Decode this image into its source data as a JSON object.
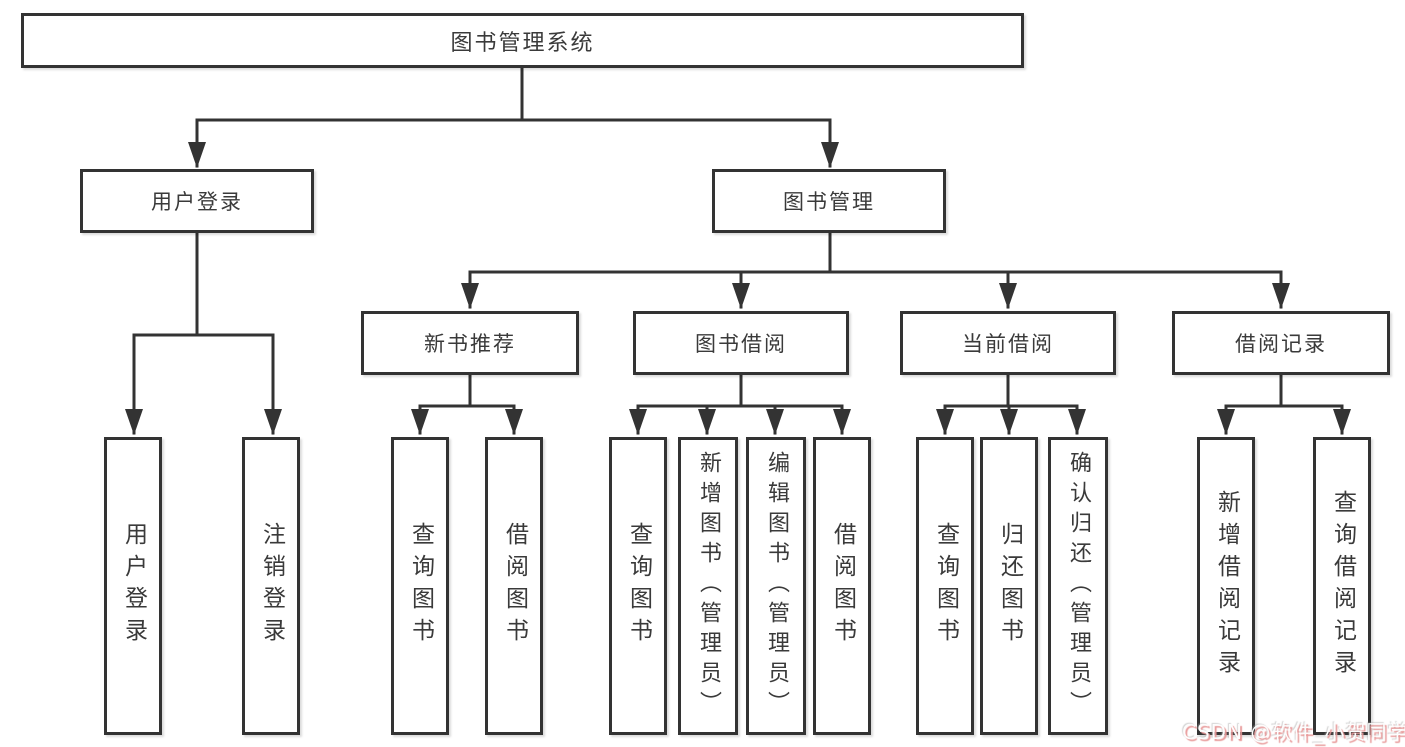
{
  "diagram": {
    "title": "图书管理系统",
    "user_login": {
      "label": "用户登录",
      "children": {
        "login": "用户登录",
        "logout": "注销登录"
      }
    },
    "book_management": {
      "label": "图书管理",
      "new_book_recommend": {
        "label": "新书推荐",
        "children": {
          "query_books": "查询图书",
          "borrow_books": "借阅图书"
        }
      },
      "book_borrowing": {
        "label": "图书借阅",
        "children": {
          "query_books": "查询图书",
          "add_books_admin": "新增图书（管理员）",
          "edit_books_admin": "编辑图书（管理员）",
          "borrow_books": "借阅图书"
        }
      },
      "current_borrowing": {
        "label": "当前借阅",
        "children": {
          "query_books": "查询图书",
          "return_books": "归还图书",
          "confirm_return_admin": "确认归还（管理员）"
        }
      },
      "borrowing_records": {
        "label": "借阅记录",
        "children": {
          "add_borrow_record": "新增借阅记录",
          "query_borrow_record": "查询借阅记录"
        }
      }
    }
  },
  "watermark": {
    "text": "CSDN @软件_小贺同学"
  },
  "colors": {
    "line": "#333333",
    "text": "#3a3a3a",
    "background": "#ffffff",
    "watermark_text": "#fdfdfd",
    "watermark_shadow": "#e89a9a"
  }
}
